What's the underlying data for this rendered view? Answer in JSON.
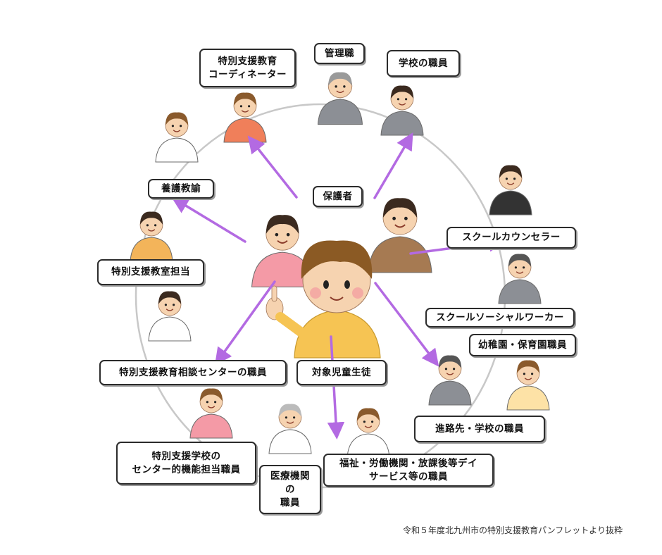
{
  "colors": {
    "arrow": "#b36ae2",
    "ring": "#c8c8c8",
    "label_border": "#2b2b2b",
    "skin": "#f6d3b0",
    "hair_dark": "#3b2a1f",
    "hair_brown": "#8a5a2c",
    "suit_gray": "#8c8f95",
    "shirt_orange": "#f3b45a",
    "shirt_pink": "#f49aa6",
    "child_shirt": "#f6c453",
    "child_hair": "#8b5a24"
  },
  "labels": [
    {
      "id": "coordinator",
      "text": "特別支援教育\nコーディネーター"
    },
    {
      "id": "management",
      "text": "管理職"
    },
    {
      "id": "school-staff",
      "text": "学校の職員"
    },
    {
      "id": "yogo",
      "text": "養護教諭"
    },
    {
      "id": "guardian",
      "text": "保護者"
    },
    {
      "id": "counselor",
      "text": "スクールカウンセラー"
    },
    {
      "id": "special-class",
      "text": "特別支援教室担当"
    },
    {
      "id": "social-worker",
      "text": "スクールソーシャルワーカー"
    },
    {
      "id": "kindergarten",
      "text": "幼稚園・保育園職員"
    },
    {
      "id": "consult-center",
      "text": "特別支援教育相談センターの職員"
    },
    {
      "id": "target-student",
      "text": "対象児童生徒"
    },
    {
      "id": "next-school",
      "text": "進路先・学校の職員"
    },
    {
      "id": "special-school",
      "text": "特別支援学校の\nセンター的機能担当職員"
    },
    {
      "id": "medical",
      "text": "医療機関\nの\n職員"
    },
    {
      "id": "welfare",
      "text": "福祉・労働機関・放課後等デイ\nサービス等の職員"
    }
  ],
  "people": [
    {
      "id": "coordinator",
      "icon": "teacher-woman-icon"
    },
    {
      "id": "management",
      "icon": "principal-man-icon"
    },
    {
      "id": "school-staff",
      "icon": "school-staff-group-icon"
    },
    {
      "id": "yogo",
      "icon": "nurse-teacher-icon"
    },
    {
      "id": "mother",
      "icon": "mother-icon"
    },
    {
      "id": "father",
      "icon": "father-icon"
    },
    {
      "id": "counselor",
      "icon": "counselor-icon"
    },
    {
      "id": "special-class",
      "icon": "special-class-teacher-icon"
    },
    {
      "id": "social-worker",
      "icon": "social-worker-icon"
    },
    {
      "id": "kindergarten",
      "icon": "kindergarten-teacher-icon"
    },
    {
      "id": "consult-center",
      "icon": "doctor-coat-icon"
    },
    {
      "id": "next-school",
      "icon": "next-school-teacher-icon"
    },
    {
      "id": "special-school",
      "icon": "special-school-teacher-icon"
    },
    {
      "id": "medical",
      "icon": "doctor-glasses-icon"
    },
    {
      "id": "welfare",
      "icon": "welfare-worker-icon"
    },
    {
      "id": "child",
      "icon": "child-student-icon"
    }
  ],
  "arrows": [
    {
      "from": "mother",
      "to": "coordinator"
    },
    {
      "from": "mother",
      "to": "yogo"
    },
    {
      "from": "mother",
      "to": "consult-center"
    },
    {
      "from": "father",
      "to": "school-staff"
    },
    {
      "from": "father",
      "to": "counselor"
    },
    {
      "from": "child",
      "to": "next-school"
    },
    {
      "from": "child",
      "to": "welfare"
    }
  ],
  "caption": "令和５年度北九州市の特別支援教育パンフレットより抜粋"
}
